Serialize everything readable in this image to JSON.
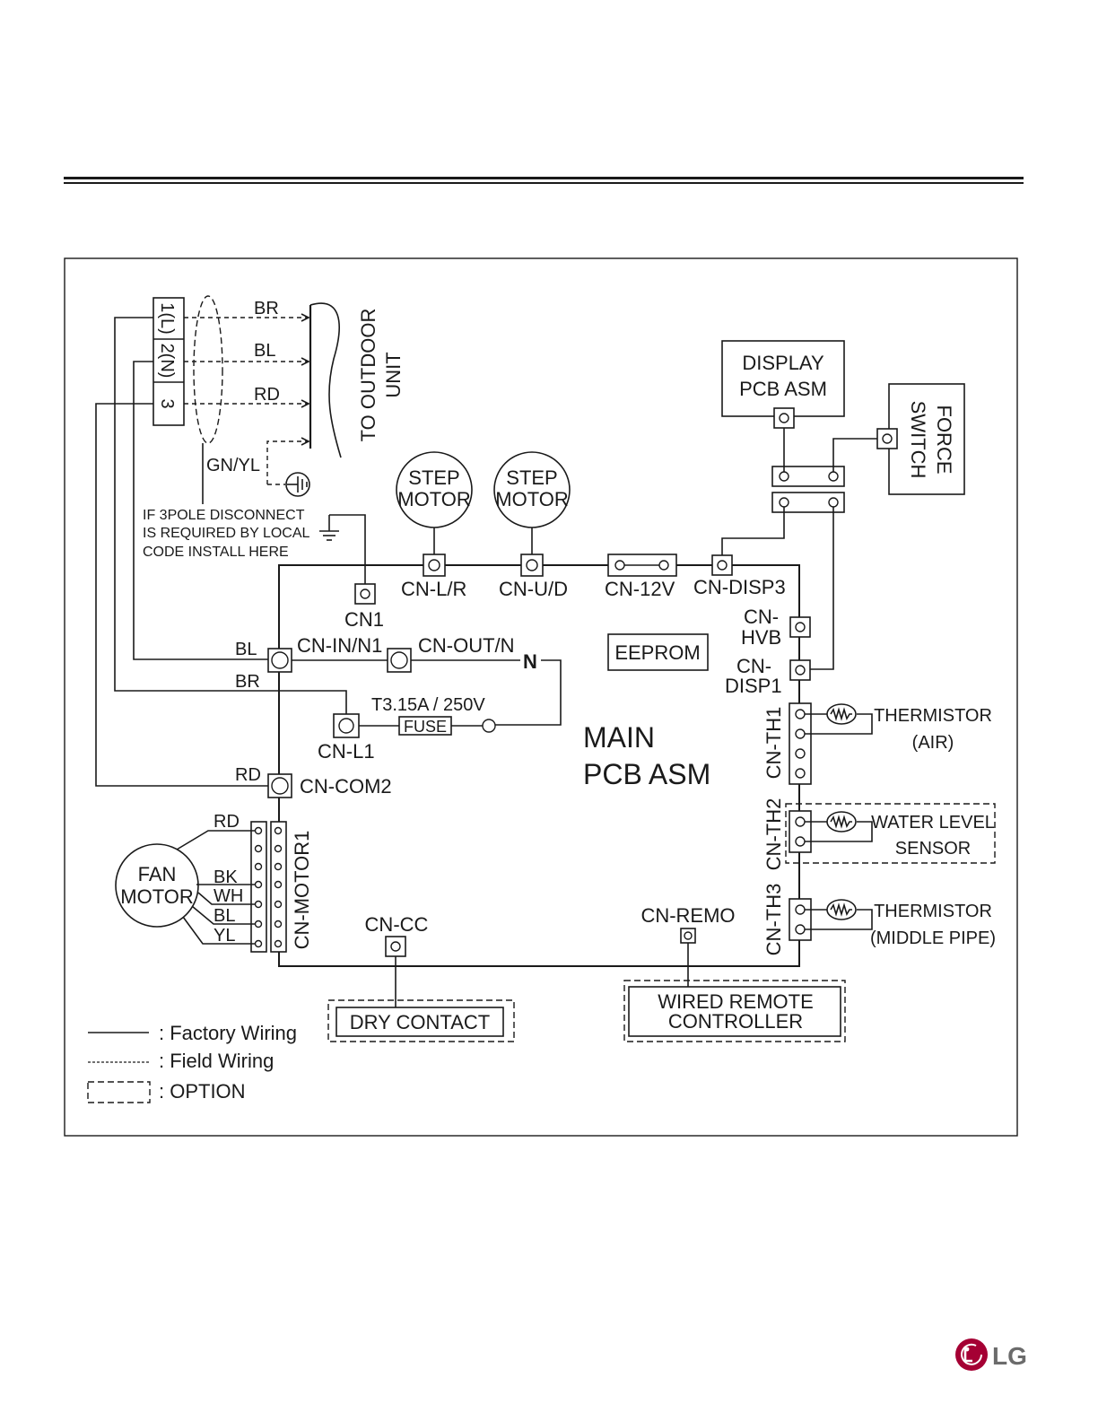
{
  "terminal": {
    "t1": "1(L)",
    "t2": "2(N)",
    "t3": "3"
  },
  "wires": {
    "br": "BR",
    "bl": "BL",
    "rd": "RD",
    "gnyl": "GN/YL",
    "bk": "BK",
    "wh": "WH",
    "yl": "YL"
  },
  "outdoor": {
    "line1": "TO OUTDOOR",
    "line2": "UNIT"
  },
  "note": {
    "line1": "IF 3POLE DISCONNECT",
    "line2": "IS REQUIRED BY LOCAL",
    "line3": "CODE INSTALL HERE"
  },
  "step_motor": {
    "line1": "STEP",
    "line2": "MOTOR"
  },
  "display_pcb": {
    "line1": "DISPLAY",
    "line2": "PCB ASM"
  },
  "force_switch": {
    "line1": "FORCE",
    "line2": "SWITCH"
  },
  "connectors": {
    "cn1": "CN1",
    "cn_lr": "CN-L/R",
    "cn_ud": "CN-U/D",
    "cn_12v": "CN-12V",
    "cn_disp3": "CN-DISP3",
    "cn_hvb_1": "CN-",
    "cn_hvb_2": "HVB",
    "cn_disp1_1": "CN-",
    "cn_disp1_2": "DISP1",
    "cn_in_n1": "CN-IN/N1",
    "cn_out_n": "CN-OUT/N",
    "cn_l1": "CN-L1",
    "cn_com2": "CN-COM2",
    "cn_th1": "CN-TH1",
    "cn_th2": "CN-TH2",
    "cn_th3": "CN-TH3",
    "cn_motor1": "CN-MOTOR1",
    "cn_cc": "CN-CC",
    "cn_remo": "CN-REMO"
  },
  "n_mark": "N",
  "fuse": {
    "rating": "T3.15A / 250V",
    "label": "FUSE"
  },
  "eeprom": "EEPROM",
  "main_pcb": {
    "line1": "MAIN",
    "line2": "PCB ASM"
  },
  "thermistor_air": {
    "line1": "THERMISTOR",
    "line2": "(AIR)"
  },
  "water_level": {
    "line1": "WATER LEVEL",
    "line2": "SENSOR"
  },
  "thermistor_pipe": {
    "line1": "THERMISTOR",
    "line2": "(MIDDLE PIPE)"
  },
  "fan_motor": {
    "line1": "FAN",
    "line2": "MOTOR"
  },
  "dry_contact": "DRY CONTACT",
  "wired_remote": {
    "line1": "WIRED REMOTE",
    "line2": "CONTROLLER"
  },
  "legend": {
    "factory": ": Factory Wiring",
    "field": ": Field Wiring",
    "option": ": OPTION"
  },
  "logo": {
    "text": "LG",
    "color": "#a50034"
  }
}
